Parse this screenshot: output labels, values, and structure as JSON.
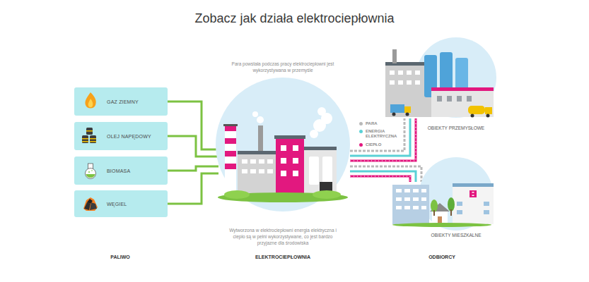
{
  "diagram": {
    "title": "Zobacz jak działa elektrociepłownia",
    "nodes": [
      {
        "text": [
          "GAZ ZIEMNY"
        ]
      },
      {
        "text": [
          "OLEJ NAPĘDOWY"
        ]
      },
      {
        "text": [
          "BIOMASA"
        ]
      },
      {
        "text": [
          "WĘGIEL"
        ]
      },
      {
        "text": [
          "Para powstała podczas pracy elektrociepłowni jest wykorzystywana w przemyśle"
        ]
      },
      {
        "text": [
          "OBIEKTY PRZEMYSŁOWE"
        ]
      },
      {
        "text": [
          "OBIEKTY MIESZKALNE"
        ]
      }
    ],
    "edges": [
      {
        "from": 0,
        "to": 4,
        "arrow": "none"
      },
      {
        "from": 1,
        "to": 4,
        "arrow": "none"
      },
      {
        "from": 2,
        "to": 4,
        "arrow": "none"
      },
      {
        "from": 3,
        "to": 4,
        "arrow": "none"
      },
      {
        "from": 4,
        "to": 5,
        "arrow": "none"
      },
      {
        "from": 4,
        "to": 6,
        "arrow": "none"
      }
    ],
    "labels": [
      "Wytworzona w elektrociepłowni energia elektryczna i ciepło są w pełni wykorzystywane, co jest bardzo przyjazne dla środowiska",
      "PALIWO",
      "ELEKTROCIEPŁOWNIA",
      "ODBIORCY"
    ],
    "legend": [
      {
        "text": "PARA",
        "color": "#b9b9b9"
      },
      {
        "text": "ENERGIA ELEKTRYCZNA",
        "color": "#5ad1d6"
      },
      {
        "text": "CIEPŁO",
        "color": "#e2187f"
      }
    ]
  }
}
